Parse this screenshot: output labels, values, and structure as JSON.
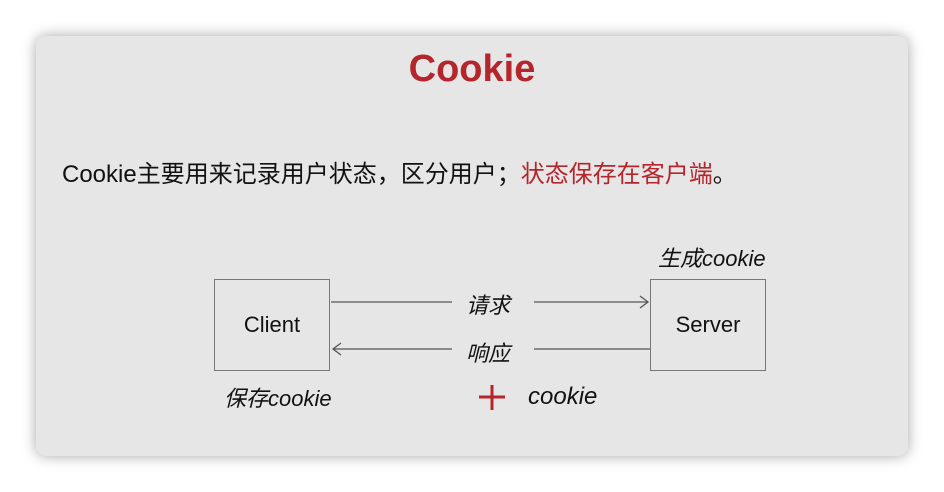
{
  "title": "Cookie",
  "description": {
    "main": "Cookie主要用来记录用户状态，区分用户；",
    "highlight": "状态保存在客户端",
    "end": "。"
  },
  "diagram": {
    "client": "Client",
    "server": "Server",
    "request": "请求",
    "response": "响应",
    "server_note": "生成cookie",
    "client_note": "保存cookie",
    "plus_note": "cookie",
    "accent": "#b5262c"
  }
}
